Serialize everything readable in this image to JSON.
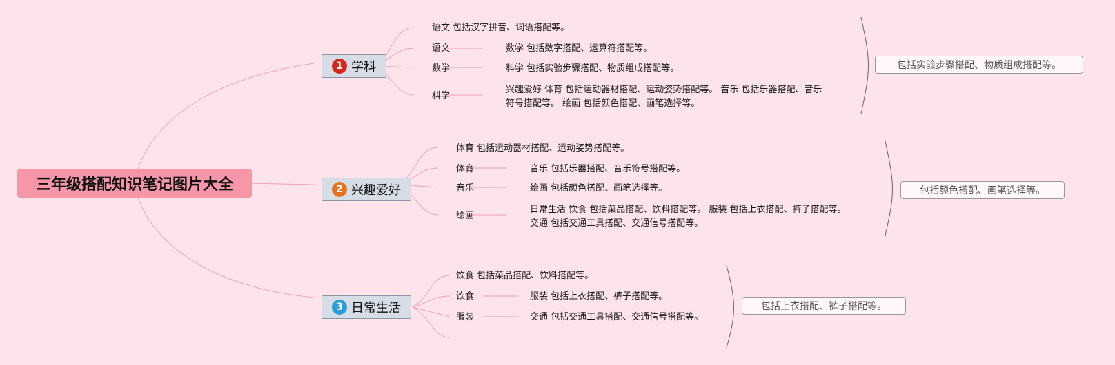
{
  "root": {
    "title": "三年级搭配知识笔记图片大全"
  },
  "colors": {
    "background": "#fde4ea",
    "root_fill": "#f597a9",
    "branch_fill": "#d6dde6",
    "link": "#f0a0b4"
  },
  "branches": [
    {
      "label": "学科",
      "badge": "1",
      "badge_color": "#d7261b",
      "first_item": "语文 包括汉字拼音、词语搭配等。",
      "items": [
        "语文",
        "数学",
        "科学"
      ],
      "descriptions": [
        "数学 包括数字搭配、运算符搭配等。",
        "科学 包括实验步骤搭配、物质组成搭配等。",
        "兴趣爱好 体育 包括运动器材搭配、运动姿势搭配等。 音乐 包括乐器搭配、音乐",
        "符号搭配等。 绘画 包括颜色搭配、画笔选择等。"
      ],
      "summary": "包括实验步骤搭配、物质组成搭配等。"
    },
    {
      "label": "兴趣爱好",
      "badge": "2",
      "badge_color": "#e8731c",
      "first_item": "体育 包括运动器材搭配、运动姿势搭配等。",
      "items": [
        "体育",
        "音乐",
        "绘画"
      ],
      "descriptions": [
        "音乐 包括乐器搭配、音乐符号搭配等。",
        "绘画 包括颜色搭配、画笔选择等。",
        "日常生活 饮食 包括菜品搭配、饮料搭配等。 服装 包括上衣搭配、裤子搭配等。",
        "交通 包括交通工具搭配、交通信号搭配等。"
      ],
      "summary": "包括颜色搭配、画笔选择等。"
    },
    {
      "label": "日常生活",
      "badge": "3",
      "badge_color": "#2a9ed8",
      "first_item": "饮食 包括菜品搭配、饮料搭配等。",
      "items": [
        "饮食",
        "服装"
      ],
      "descriptions": [
        "服装 包括上衣搭配、裤子搭配等。",
        "交通 包括交通工具搭配、交通信号搭配等。"
      ],
      "summary": "包括上衣搭配、裤子搭配等。"
    }
  ]
}
